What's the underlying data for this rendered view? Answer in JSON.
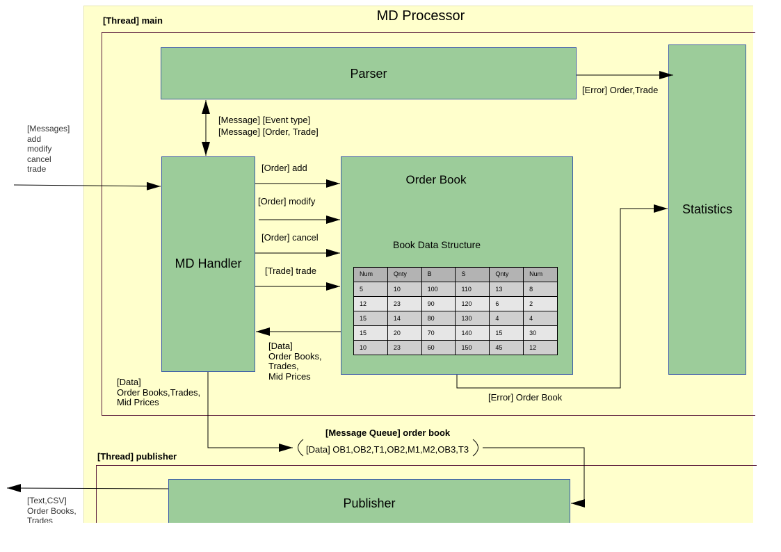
{
  "processor": {
    "title": "MD Processor"
  },
  "threads": {
    "main": "[Thread] main",
    "publisher": "[Thread] publisher"
  },
  "boxes": {
    "parser": "Parser",
    "md_handler": "MD Handler",
    "order_book": "Order Book",
    "book_data_structure": "Book Data Structure",
    "statistics": "Statistics",
    "publisher": "Publisher"
  },
  "input_messages": [
    "[Messages]",
    "add",
    "modify",
    "cancel",
    "trade"
  ],
  "parser_link": [
    "[Message] [Event type]",
    "[Message] [Order, Trade]"
  ],
  "parser_error": "[Error] Order,Trade",
  "orders": {
    "add": "[Order] add",
    "modify": "[Order] modify",
    "cancel": "[Order] cancel",
    "trade": "[Trade] trade"
  },
  "book_return": [
    "[Data]",
    "Order Books,",
    "Trades,",
    "Mid Prices"
  ],
  "handler_output": [
    "[Data]",
    "Order Books,Trades,",
    "Mid Prices"
  ],
  "book_error": "[Error] Order Book",
  "queue": {
    "title": "[Message Queue] order book",
    "content": "[Data] OB1,OB2,T1,OB2,M1,M2,OB3,T3"
  },
  "publisher_output": [
    "[Text,CSV]",
    "Order Books,",
    "Trades"
  ],
  "book_table": {
    "headers": [
      "Num",
      "Qnty",
      "B",
      "S",
      "Qnty",
      "Num"
    ],
    "rows": [
      [
        "5",
        "10",
        "100",
        "110",
        "13",
        "8"
      ],
      [
        "12",
        "23",
        "90",
        "120",
        "6",
        "2"
      ],
      [
        "15",
        "14",
        "80",
        "130",
        "4",
        "4"
      ],
      [
        "15",
        "20",
        "70",
        "140",
        "15",
        "30"
      ],
      [
        "10",
        "23",
        "60",
        "150",
        "45",
        "12"
      ]
    ]
  },
  "colors": {
    "background": "#ffffcc",
    "box_fill": "#9ccc9a",
    "box_border": "#3a5aa8",
    "thread_border": "#5a1a3a"
  }
}
